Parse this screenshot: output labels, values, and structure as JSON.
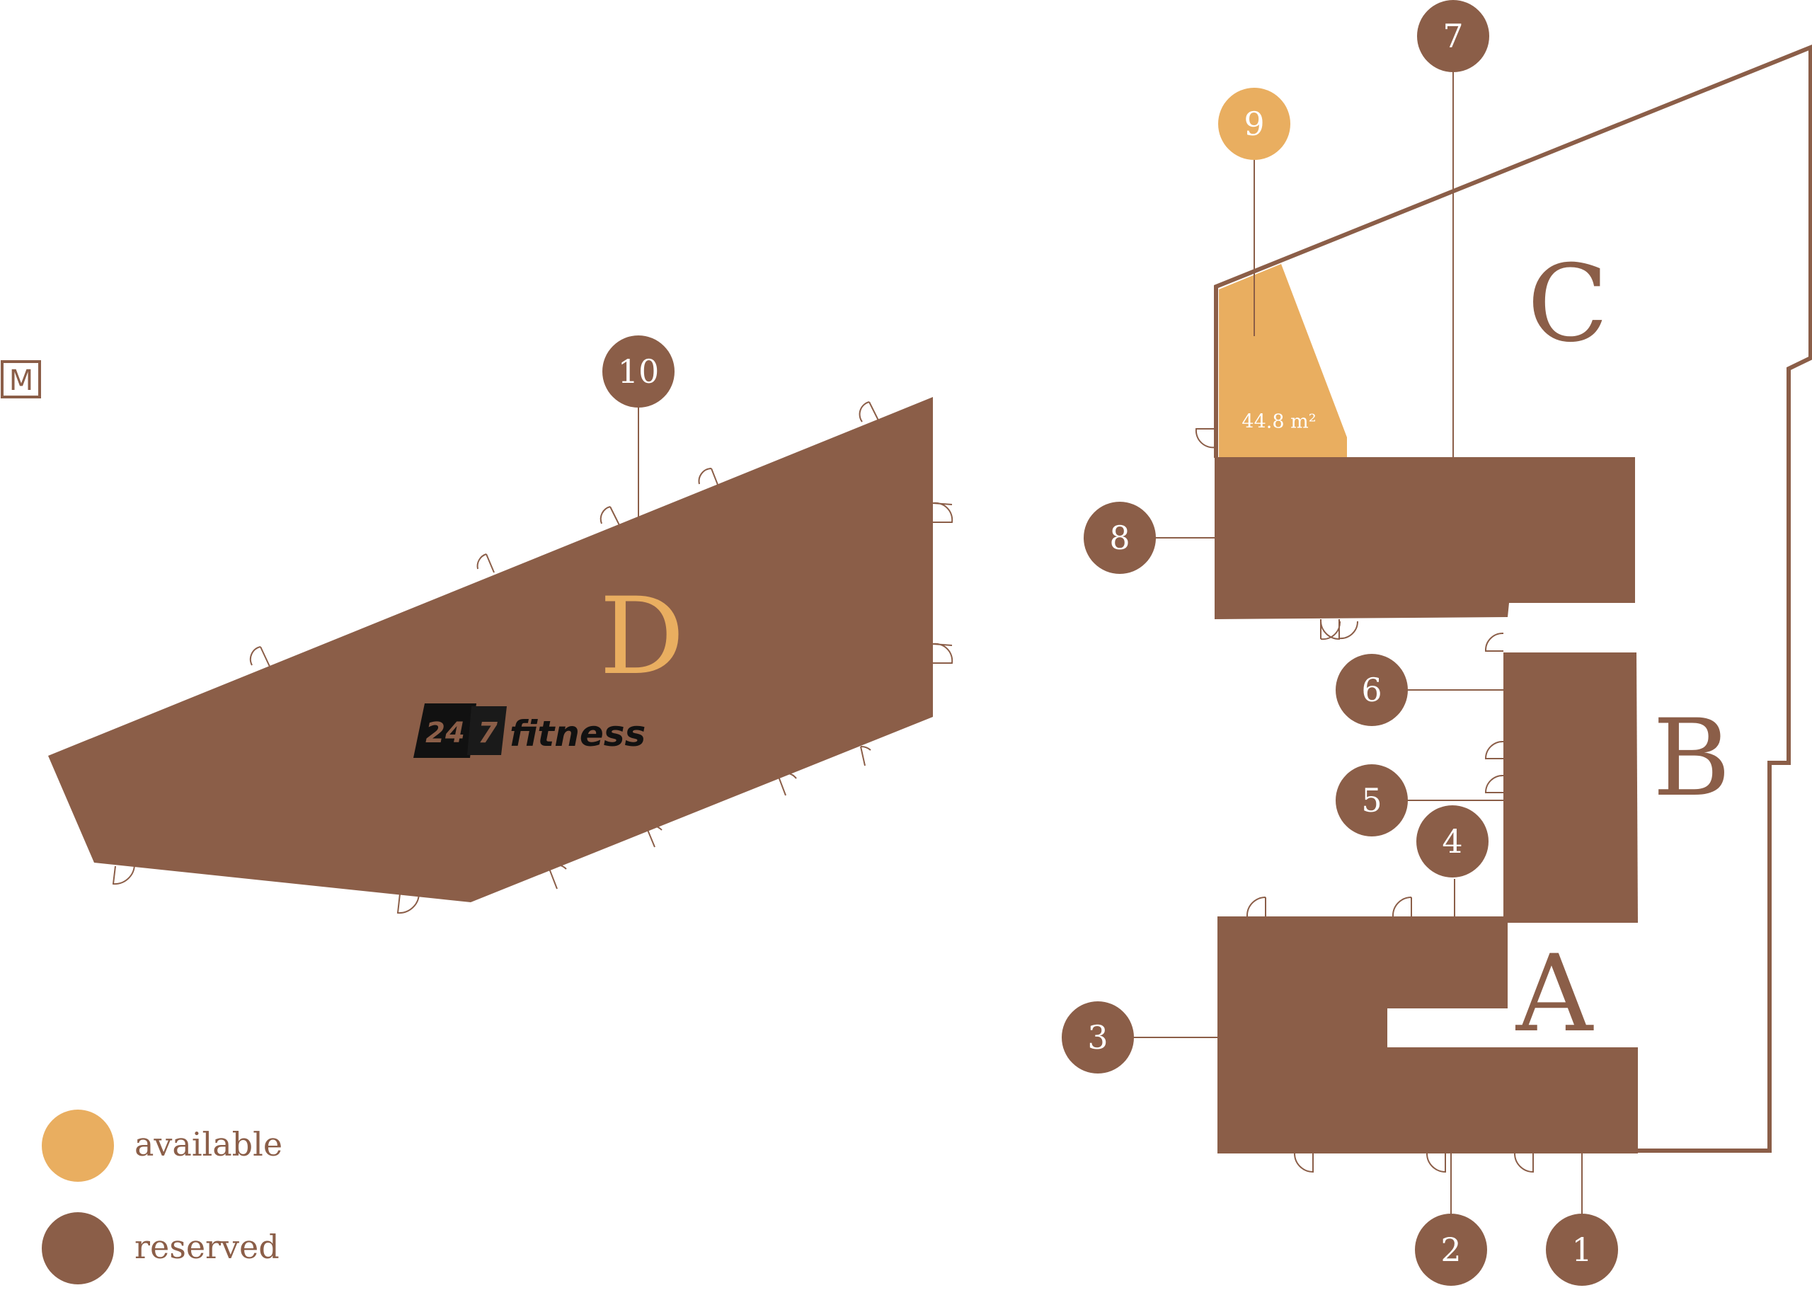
{
  "colors": {
    "reserved": "#8B5E48",
    "available": "#E9AE60",
    "outline": "#8B5E48",
    "background": "#ffffff"
  },
  "metro": {
    "label": "M",
    "icon": "metro-icon"
  },
  "buildings": {
    "A": {
      "letter": "A"
    },
    "B": {
      "letter": "B"
    },
    "C": {
      "letter": "C"
    },
    "D": {
      "letter": "D"
    }
  },
  "units": [
    {
      "id": "1",
      "label": "1",
      "status": "reserved"
    },
    {
      "id": "2",
      "label": "2",
      "status": "reserved"
    },
    {
      "id": "3",
      "label": "3",
      "status": "reserved"
    },
    {
      "id": "4",
      "label": "4",
      "status": "reserved"
    },
    {
      "id": "5",
      "label": "5",
      "status": "reserved"
    },
    {
      "id": "6",
      "label": "6",
      "status": "reserved"
    },
    {
      "id": "7",
      "label": "7",
      "status": "reserved"
    },
    {
      "id": "8",
      "label": "8",
      "status": "reserved"
    },
    {
      "id": "9",
      "label": "9",
      "status": "available",
      "area": "44.8 m²"
    },
    {
      "id": "10",
      "label": "10",
      "status": "reserved"
    }
  ],
  "tenant_logo": {
    "part1": "24",
    "part2": "7",
    "part3": "fitness"
  },
  "legend": {
    "available": "available",
    "reserved": "reserved"
  }
}
